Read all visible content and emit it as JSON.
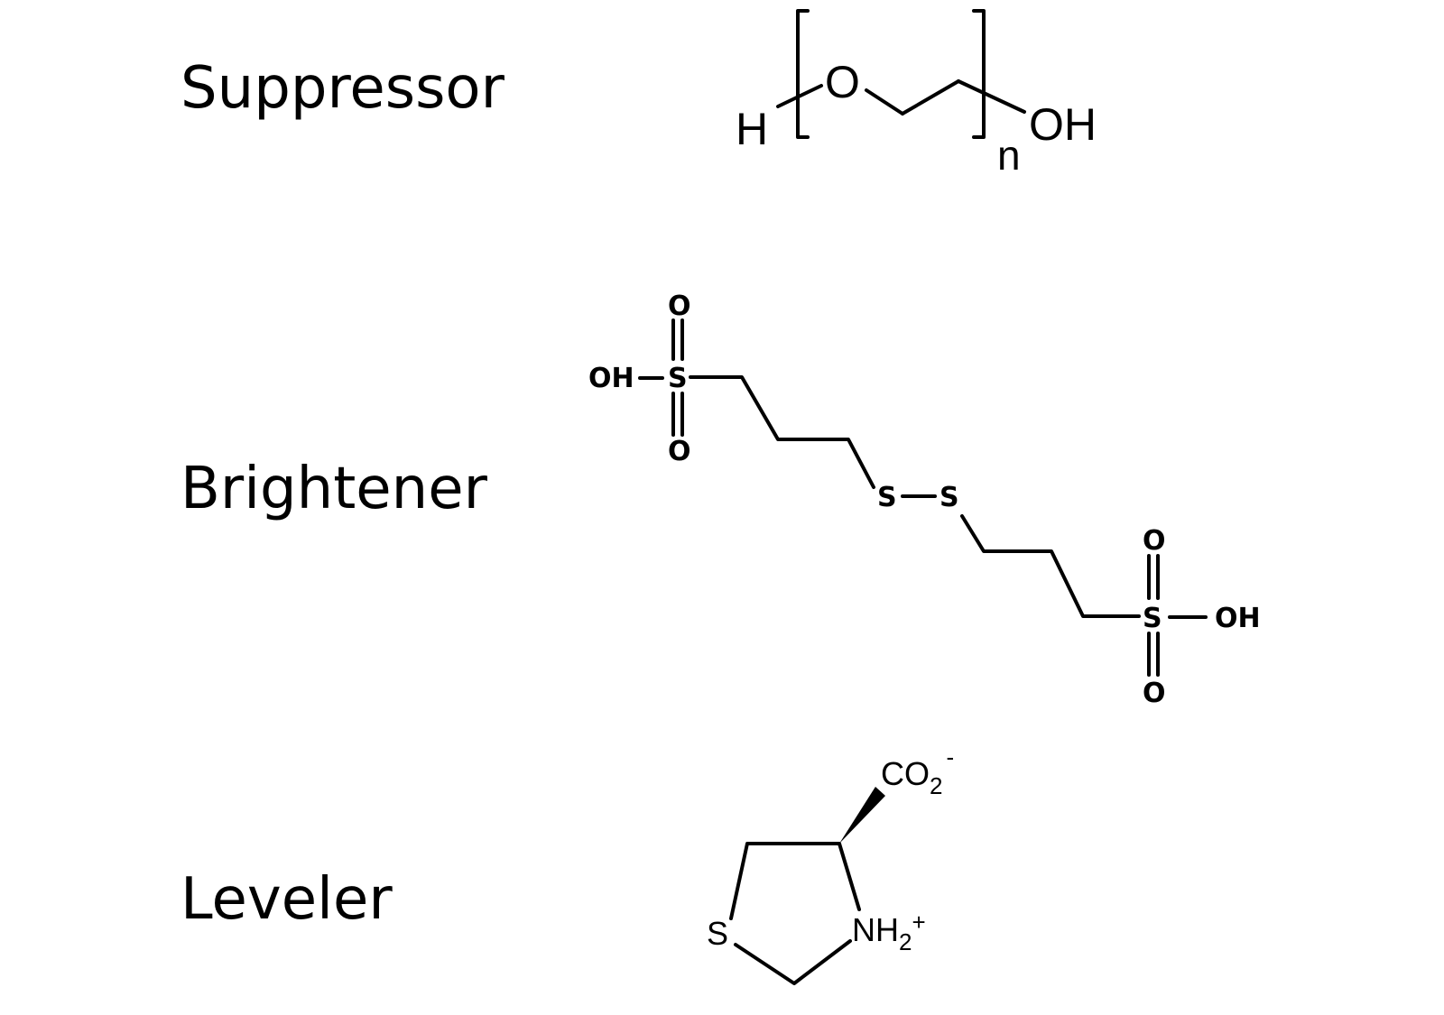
{
  "labels": {
    "suppressor": "Suppressor",
    "brightener": "Brightener",
    "leveler": "Leveler"
  },
  "suppressor": {
    "h": "H",
    "o": "O",
    "oh": "OH",
    "n": "n"
  },
  "brightener": {
    "oh_left": "OH",
    "s_left": "S",
    "o_top_left": "O",
    "o_bottom_left": "O",
    "s1": "S",
    "s2": "S",
    "s_right": "S",
    "o_top_right": "O",
    "o_bottom_right": "O",
    "oh_right": "OH"
  },
  "leveler": {
    "co2": "CO",
    "co2_sub": "2",
    "co2_charge": "-",
    "s": "S",
    "nh2": "NH",
    "nh2_sub": "2",
    "nh2_charge": "+"
  }
}
